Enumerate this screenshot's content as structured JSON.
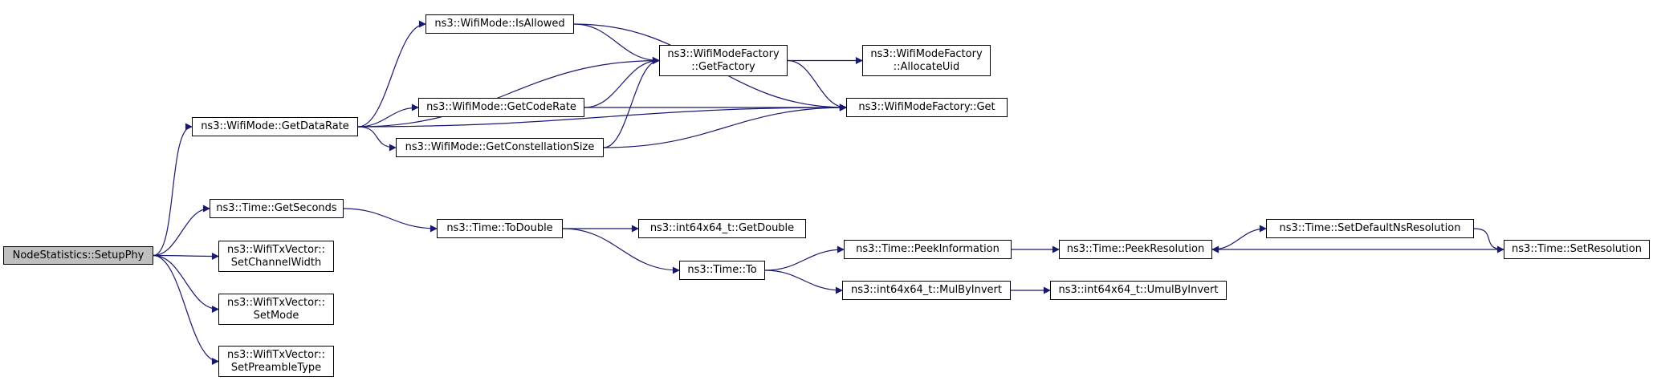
{
  "diagram": {
    "colors": {
      "edge": "#191970",
      "border": "#000000",
      "root_fill": "#bfbfbf",
      "node_fill": "#ffffff"
    },
    "nodes": {
      "setupphy": {
        "lines": [
          "NodeStatistics::SetupPhy"
        ]
      },
      "getdatarate": {
        "lines": [
          "ns3::WifiMode::GetDataRate"
        ]
      },
      "isallowed": {
        "lines": [
          "ns3::WifiMode::IsAllowed"
        ]
      },
      "getcoderate": {
        "lines": [
          "ns3::WifiMode::GetCodeRate"
        ]
      },
      "getconstellationsize": {
        "lines": [
          "ns3::WifiMode::GetConstellationSize"
        ]
      },
      "getfactory": {
        "lines": [
          "ns3::WifiModeFactory",
          "::GetFactory"
        ]
      },
      "allocateuid": {
        "lines": [
          "ns3::WifiModeFactory",
          "::AllocateUid"
        ]
      },
      "factoryget": {
        "lines": [
          "ns3::WifiModeFactory::Get"
        ]
      },
      "getseconds": {
        "lines": [
          "ns3::Time::GetSeconds"
        ]
      },
      "todouble": {
        "lines": [
          "ns3::Time::ToDouble"
        ]
      },
      "getdouble": {
        "lines": [
          "ns3::int64x64_t::GetDouble"
        ]
      },
      "to": {
        "lines": [
          "ns3::Time::To"
        ]
      },
      "peekinformation": {
        "lines": [
          "ns3::Time::PeekInformation"
        ]
      },
      "peekresolution": {
        "lines": [
          "ns3::Time::PeekResolution"
        ]
      },
      "setdefaultnsresolution": {
        "lines": [
          "ns3::Time::SetDefaultNsResolution"
        ]
      },
      "setresolution": {
        "lines": [
          "ns3::Time::SetResolution"
        ]
      },
      "mulbyinvert": {
        "lines": [
          "ns3::int64x64_t::MulByInvert"
        ]
      },
      "umulbyinvert": {
        "lines": [
          "ns3::int64x64_t::UmulByInvert"
        ]
      },
      "setchannelwidth": {
        "lines": [
          "ns3::WifiTxVector::",
          "SetChannelWidth"
        ]
      },
      "setmode": {
        "lines": [
          "ns3::WifiTxVector::",
          "SetMode"
        ]
      },
      "setpreambletype": {
        "lines": [
          "ns3::WifiTxVector::",
          "SetPreambleType"
        ]
      }
    },
    "edges": [
      {
        "from": "setupphy",
        "to": "getdatarate"
      },
      {
        "from": "setupphy",
        "to": "getseconds"
      },
      {
        "from": "setupphy",
        "to": "setchannelwidth"
      },
      {
        "from": "setupphy",
        "to": "setmode"
      },
      {
        "from": "setupphy",
        "to": "setpreambletype"
      },
      {
        "from": "getdatarate",
        "to": "isallowed"
      },
      {
        "from": "getdatarate",
        "to": "getfactory"
      },
      {
        "from": "getdatarate",
        "to": "getcoderate"
      },
      {
        "from": "getdatarate",
        "to": "getconstellationsize"
      },
      {
        "from": "getdatarate",
        "to": "factoryget"
      },
      {
        "from": "isallowed",
        "to": "getfactory"
      },
      {
        "from": "isallowed",
        "to": "factoryget"
      },
      {
        "from": "getcoderate",
        "to": "getfactory"
      },
      {
        "from": "getcoderate",
        "to": "factoryget"
      },
      {
        "from": "getconstellationsize",
        "to": "getfactory"
      },
      {
        "from": "getconstellationsize",
        "to": "factoryget"
      },
      {
        "from": "getfactory",
        "to": "allocateuid"
      },
      {
        "from": "getfactory",
        "to": "factoryget"
      },
      {
        "from": "getseconds",
        "to": "todouble"
      },
      {
        "from": "todouble",
        "to": "getdouble"
      },
      {
        "from": "todouble",
        "to": "to"
      },
      {
        "from": "to",
        "to": "peekinformation"
      },
      {
        "from": "to",
        "to": "mulbyinvert"
      },
      {
        "from": "peekinformation",
        "to": "peekresolution"
      },
      {
        "from": "peekresolution",
        "to": "setdefaultnsresolution"
      },
      {
        "from": "setdefaultnsresolution",
        "to": "setresolution"
      },
      {
        "from": "setresolution",
        "to": "peekresolution"
      },
      {
        "from": "mulbyinvert",
        "to": "umulbyinvert"
      }
    ]
  }
}
